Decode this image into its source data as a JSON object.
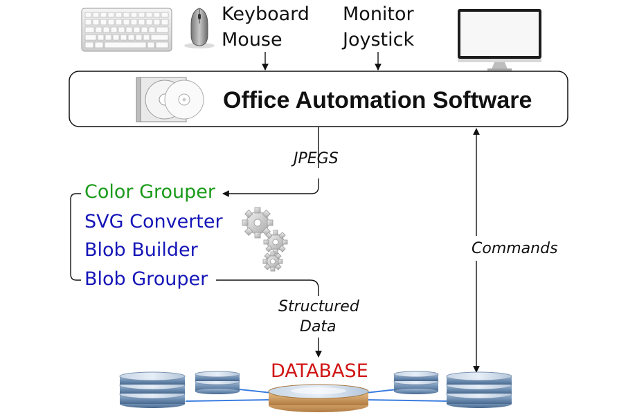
{
  "colors": {
    "green": "#1a9a1a",
    "blue": "#1515b8",
    "red": "#d01515",
    "line": "#111111",
    "db_link": "#3a7de0"
  },
  "inputs": {
    "keyboard": "Keyboard",
    "mouse": "Mouse",
    "monitor": "Monitor",
    "joystick": "Joystick"
  },
  "software": {
    "title": "Office Automation Software"
  },
  "edges": {
    "jpegs": "JPEGS",
    "commands": "Commands",
    "structured_1": "Structured",
    "structured_2": "Data"
  },
  "pipeline": [
    {
      "label": "Color Grouper",
      "color": "green"
    },
    {
      "label": "SVG Converter",
      "color": "blue"
    },
    {
      "label": "Blob Builder",
      "color": "blue"
    },
    {
      "label": "Blob Grouper",
      "color": "blue"
    }
  ],
  "database": {
    "label": "DATABASE"
  },
  "icons": [
    "keyboard-icon",
    "mouse-icon",
    "monitor-icon",
    "cd-case-icon",
    "gears-icon",
    "database-server-icon"
  ]
}
